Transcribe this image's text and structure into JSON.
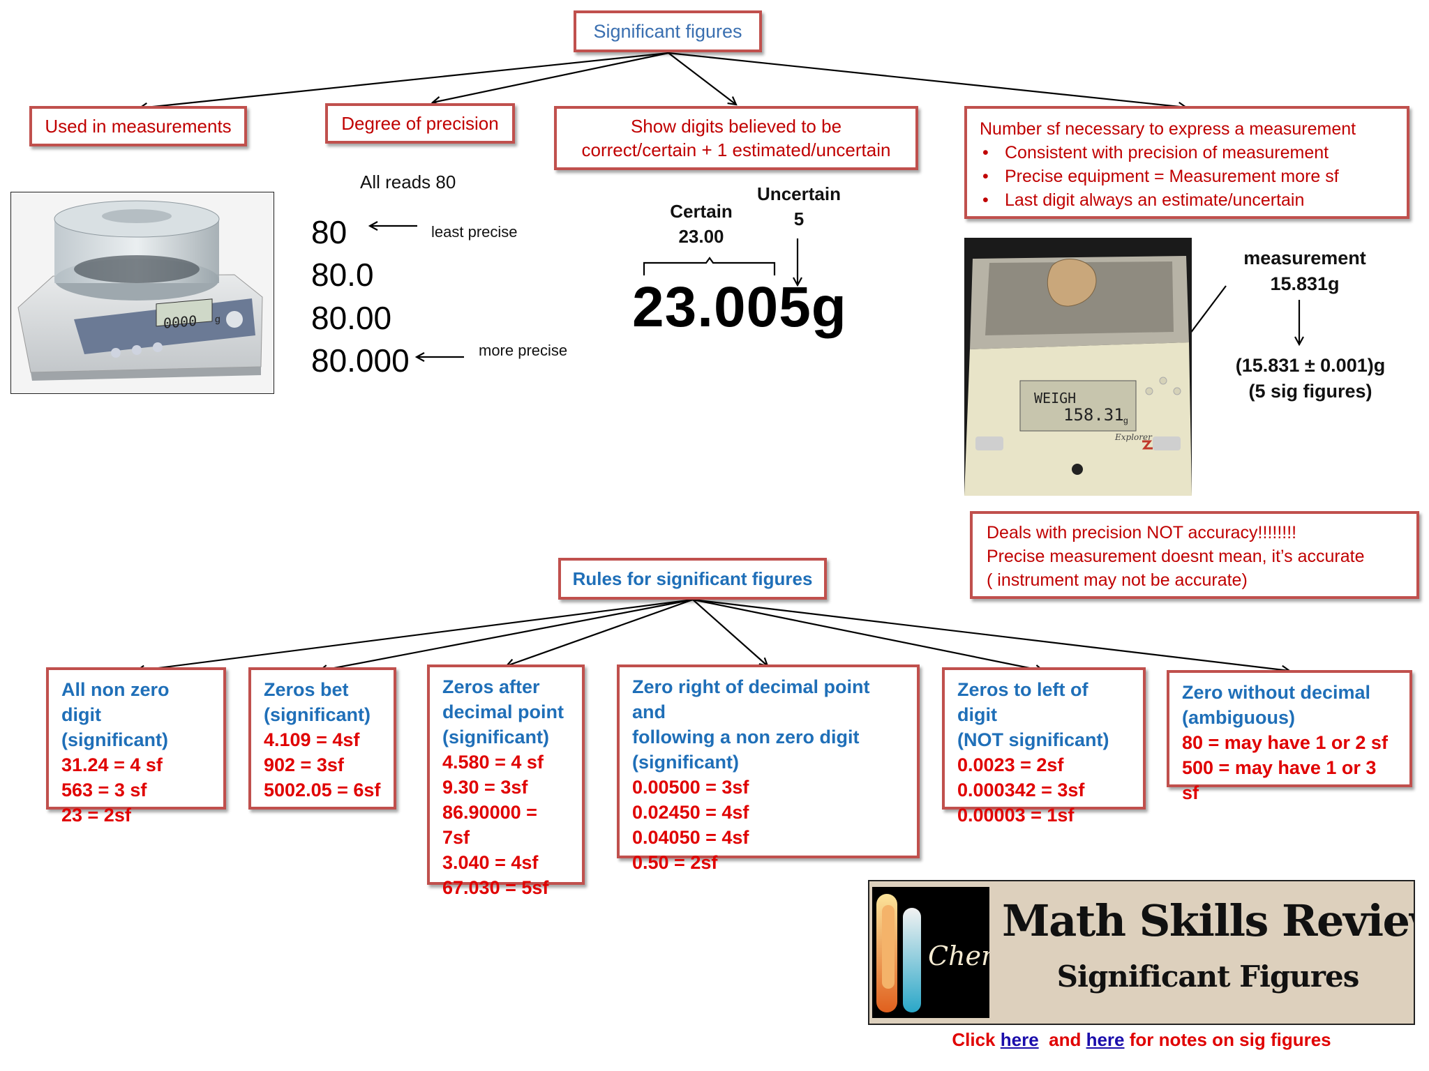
{
  "title": "Significant figures",
  "branches": {
    "used": "Used in measurements",
    "degree": "Degree of precision",
    "show": [
      "Show digits believed to be",
      "correct/certain + 1 estimated/uncertain"
    ],
    "number": {
      "heading": "Number sf necessary to express a measurement",
      "bullets": [
        "Consistent with precision of measurement",
        "Precise equipment = Measurement more sf",
        "Last digit always an estimate/uncertain"
      ]
    }
  },
  "precision": {
    "all_reads": "All reads 80",
    "values": [
      "80",
      "80.0",
      "80.00",
      "80.000"
    ],
    "least": "least precise",
    "more": "more precise"
  },
  "balance_display": "0000",
  "balance_unit": "g",
  "example": {
    "certain_label": "Certain",
    "certain_value": "23.00",
    "uncertain_label": "Uncertain",
    "uncertain_value": "5",
    "number": "23.005g"
  },
  "scale": {
    "screen_top": "WEIGH",
    "screen_value": "158.31",
    "screen_unit": "g",
    "brand": "Explorer",
    "measurement_label": "measurement",
    "measurement_value": "15.831g",
    "result": "(15.831 ± 0.001)g",
    "sig": "(5 sig figures)"
  },
  "note": [
    "Deals with precision NOT accuracy!!!!!!!!",
    "Precise measurement doesnt mean, it’s accurate",
    "( instrument may not be accurate)"
  ],
  "rules_title": "Rules for significant figures",
  "rules": [
    {
      "title": [
        "All non zero digit",
        "(significant)"
      ],
      "examples": [
        "31.24 = 4 sf",
        "563 = 3 sf",
        "23 = 2sf"
      ]
    },
    {
      "title": [
        "Zeros bet",
        "(significant)"
      ],
      "examples": [
        "4.109 = 4sf",
        "902 = 3sf",
        "5002.05 = 6sf"
      ]
    },
    {
      "title": [
        "Zeros after",
        "decimal point",
        "(significant)"
      ],
      "examples": [
        "4.580 = 4 sf",
        "9.30 = 3sf",
        "86.90000 = 7sf",
        "3.040 = 4sf",
        "67.030 = 5sf"
      ]
    },
    {
      "title": [
        "Zero right of decimal point and",
        "following a non zero digit",
        "(significant)"
      ],
      "examples": [
        "0.00500 = 3sf",
        "0.02450 = 4sf",
        "0.04050 = 4sf",
        "0.50 = 2sf"
      ]
    },
    {
      "title": [
        "Zeros to left of digit",
        "(NOT significant)"
      ],
      "examples": [
        "0.0023 = 2sf",
        "0.000342 = 3sf",
        "0.00003 = 1sf"
      ]
    },
    {
      "title": [
        "Zero without decimal",
        "(ambiguous)"
      ],
      "examples": [
        "80 = may have 1 or 2 sf",
        "500 = may have 1 or 3 sf"
      ]
    }
  ],
  "banner": {
    "logo_text": "Chem",
    "title": "Math Skills Review",
    "subtitle": "Significant Figures"
  },
  "footer": {
    "click": "Click",
    "here1": "here",
    "and": "and",
    "here2": "here",
    "rest": "for notes on sig figures"
  }
}
